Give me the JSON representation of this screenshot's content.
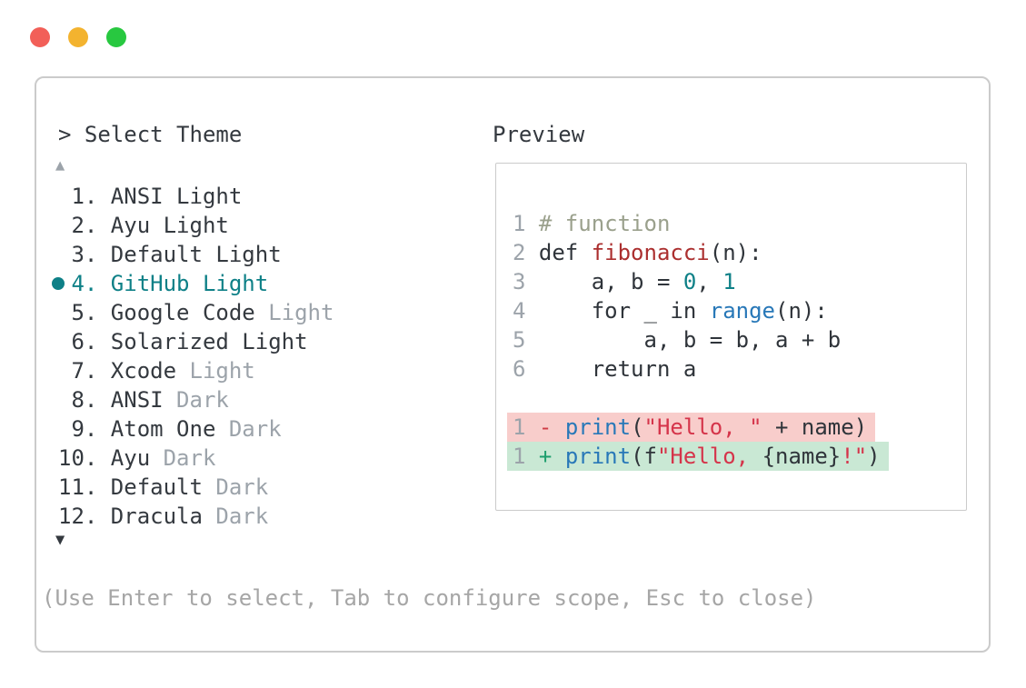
{
  "window": {
    "controls": [
      {
        "name": "close",
        "color": "#f25f58"
      },
      {
        "name": "minimize",
        "color": "#f3b32f"
      },
      {
        "name": "zoom",
        "color": "#28c840"
      }
    ]
  },
  "picker": {
    "prompt": "> Select Theme",
    "scroll_up_indicator": "▲",
    "scroll_down_indicator": "▼",
    "items": [
      {
        "number": " 1. ",
        "name": "ANSI Light",
        "muted": "",
        "selected": false
      },
      {
        "number": " 2. ",
        "name": "Ayu Light",
        "muted": "",
        "selected": false
      },
      {
        "number": " 3. ",
        "name": "Default Light",
        "muted": "",
        "selected": false
      },
      {
        "number": " 4. ",
        "name": "GitHub Light",
        "muted": "",
        "selected": true
      },
      {
        "number": " 5. ",
        "name": "Google Code ",
        "muted": "Light",
        "selected": false
      },
      {
        "number": " 6. ",
        "name": "Solarized Light",
        "muted": "",
        "selected": false
      },
      {
        "number": " 7. ",
        "name": "Xcode ",
        "muted": "Light",
        "selected": false
      },
      {
        "number": " 8. ",
        "name": "ANSI ",
        "muted": "Dark",
        "selected": false
      },
      {
        "number": " 9. ",
        "name": "Atom One ",
        "muted": "Dark",
        "selected": false
      },
      {
        "number": "10. ",
        "name": "Ayu ",
        "muted": "Dark",
        "selected": false
      },
      {
        "number": "11. ",
        "name": "Default ",
        "muted": "Dark",
        "selected": false
      },
      {
        "number": "12. ",
        "name": "Dracula ",
        "muted": "Dark",
        "selected": false
      }
    ],
    "hint": "(Use Enter to select, Tab to configure scope, Esc to close)"
  },
  "preview": {
    "title": "Preview",
    "code_lines": [
      [
        [
          "1 ",
          "ln"
        ],
        [
          "# function",
          "com"
        ]
      ],
      [
        [
          "2 ",
          "ln"
        ],
        [
          "def ",
          "plain"
        ],
        [
          "fibonacci",
          "fn"
        ],
        [
          "(n):",
          "plain"
        ]
      ],
      [
        [
          "3 ",
          "ln"
        ],
        [
          "    a, b = ",
          "plain"
        ],
        [
          "0",
          "num"
        ],
        [
          ", ",
          "plain"
        ],
        [
          "1",
          "num"
        ]
      ],
      [
        [
          "4 ",
          "ln"
        ],
        [
          "    for _ in ",
          "plain"
        ],
        [
          "range",
          "call"
        ],
        [
          "(n):",
          "plain"
        ]
      ],
      [
        [
          "5 ",
          "ln"
        ],
        [
          "        a, b = b, a + b",
          "plain"
        ]
      ],
      [
        [
          "6 ",
          "ln"
        ],
        [
          "    return a",
          "plain"
        ]
      ]
    ],
    "diff_lines": [
      {
        "kind": "removed",
        "segments": [
          [
            "1 ",
            "ln"
          ],
          [
            "- ",
            "minus"
          ],
          [
            "print",
            "call"
          ],
          [
            "(",
            "plain"
          ],
          [
            "\"Hello, \"",
            "str"
          ],
          [
            " + name)",
            "plain"
          ]
        ]
      },
      {
        "kind": "added",
        "segments": [
          [
            "1 ",
            "ln"
          ],
          [
            "+ ",
            "plus"
          ],
          [
            "print",
            "call"
          ],
          [
            "(f",
            "plain"
          ],
          [
            "\"Hello, ",
            "str"
          ],
          [
            "{name}",
            "plain"
          ],
          [
            "!\"",
            "str"
          ],
          [
            ")",
            "plain"
          ]
        ]
      }
    ]
  },
  "colors": {
    "window_bg": "#ffffff",
    "border_gray": "#cbcbcb",
    "text_dark": "#34393f",
    "text_muted": "#9ca3aa",
    "hint_text": "#a6a6a6",
    "accent_teal": "#0e8087",
    "syntax_blue": "#2878b8",
    "syntax_string_red": "#d5344a",
    "syntax_function_red": "#ab2f2f",
    "syntax_comment": "#9aa08c",
    "diff_plus_green": "#1d9e6d",
    "diff_minus_red": "#d03c45",
    "diff_removed_bg": "#f8cdcb",
    "diff_added_bg": "#c9e8d4",
    "code_text": "#2f343a",
    "line_number_gray": "#9ca3aa",
    "traffic_red": "#f25f58",
    "traffic_yellow": "#f3b32f",
    "traffic_green": "#28c840"
  }
}
